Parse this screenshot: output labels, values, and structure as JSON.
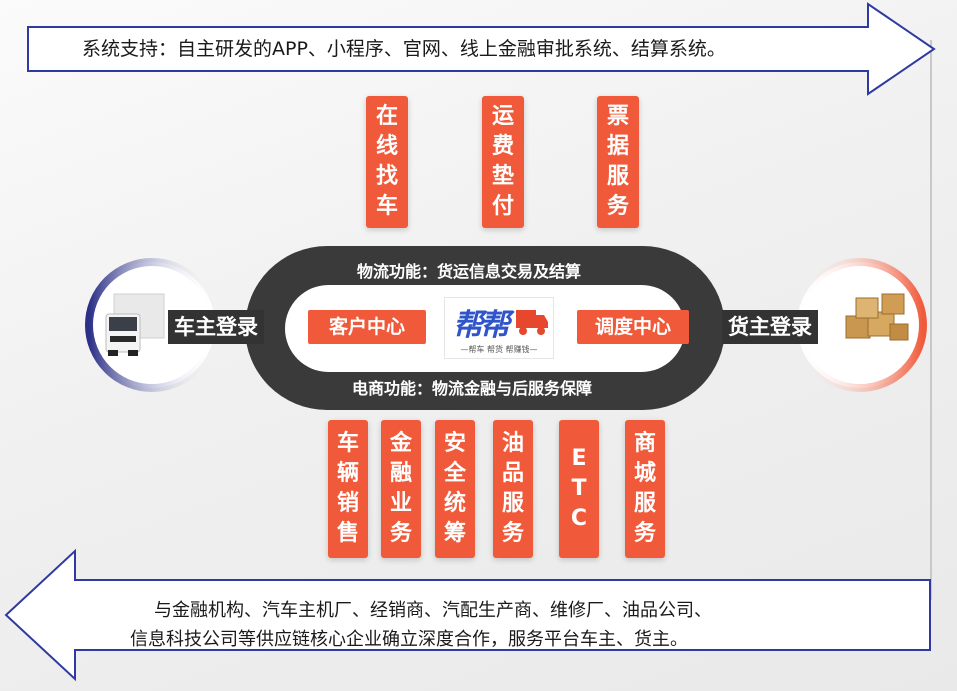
{
  "top_banner": {
    "text": "系统支持：自主研发的APP、小程序、官网、线上金融审批系统、结算系统。"
  },
  "bottom_banner": {
    "line1": "与金融机构、汽车主机厂、经销商、汽配生产商、维修厂、油品公司、",
    "line2": "信息科技公司等供应链核心企业确立深度合作，服务平台车主、货主。"
  },
  "top_services": [
    {
      "chars": [
        "在",
        "线",
        "找",
        "车"
      ]
    },
    {
      "chars": [
        "运",
        "费",
        "垫",
        "付"
      ]
    },
    {
      "chars": [
        "票",
        "据",
        "服",
        "务"
      ]
    }
  ],
  "bottom_services": [
    {
      "chars": [
        "车",
        "辆",
        "销",
        "售"
      ]
    },
    {
      "chars": [
        "金",
        "融",
        "业",
        "务"
      ]
    },
    {
      "chars": [
        "安",
        "全",
        "统",
        "筹"
      ]
    },
    {
      "chars": [
        "油",
        "品",
        "服",
        "务"
      ]
    },
    {
      "chars": [
        "E",
        "T",
        "C"
      ]
    },
    {
      "chars": [
        "商",
        "城",
        "服",
        "务"
      ]
    }
  ],
  "loop": {
    "top_label": "物流功能：货运信息交易及结算",
    "bottom_label": "电商功能：物流金融与后服务保障",
    "left_center": "客户中心",
    "right_center": "调度中心"
  },
  "logo": {
    "text": "帮帮",
    "tagline": "—帮车 帮货 帮赚钱—"
  },
  "left_login": {
    "label": "车主登录",
    "icon": "truck-icon",
    "ring_color": "#2b2f86"
  },
  "right_login": {
    "label": "货主登录",
    "icon": "boxes-icon",
    "ring_color": "#f05a3a"
  },
  "colors": {
    "accent": "#f05a3a",
    "track": "#3a3a3a",
    "arrow_border": "#2f3aa0"
  }
}
